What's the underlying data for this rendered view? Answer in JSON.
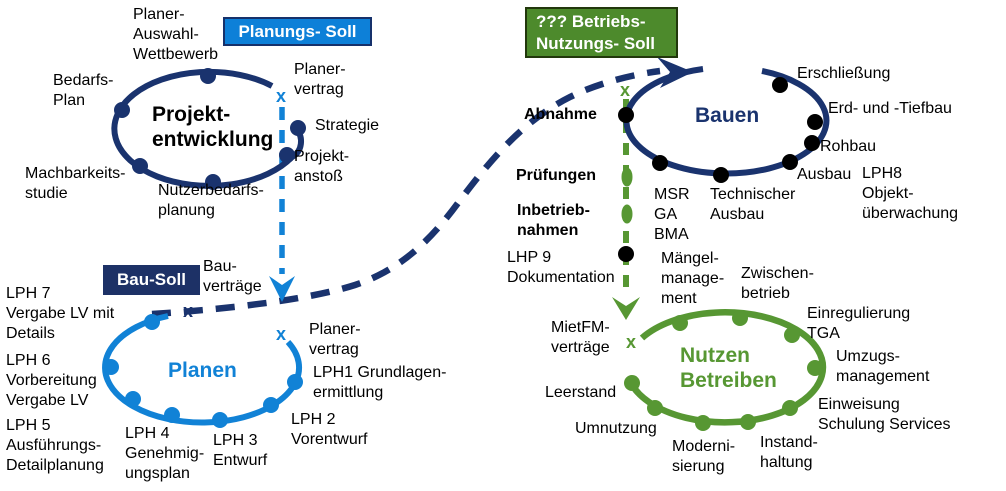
{
  "colors": {
    "navy": "#1a336e",
    "light_blue": "#1182d6",
    "green": "#579733",
    "box_blue_fill": "#0d80d8",
    "box_green_fill": "#4d8a2c",
    "box_navy_fill": "#1d3166",
    "dot_black": "#000000",
    "text": "#000000"
  },
  "boxes": {
    "planungs_soll": "Planungs- Soll",
    "betriebs_nutzungs_soll": "??? Betriebs-\nNutzungs- Soll",
    "bau_soll": "Bau-Soll"
  },
  "markers": {
    "x": "x"
  },
  "cycle_projektentwicklung": {
    "title": "Projekt-\nentwicklung",
    "planer_auswahl_wettbewerb": "Planer-\nAuswahl-\nWettbewerb",
    "bedarfs_plan": "Bedarfs-\nPlan",
    "machbarkeitsstudie": "Machbarkeits-\nstudie",
    "nutzerbedarfsplanung": "Nutzerbedarfs-\nplanung",
    "planer_vertrag": "Planer-\nvertrag",
    "strategie": "Strategie",
    "projekt_anstoss": "Projekt-\nanstoß"
  },
  "cycle_planen": {
    "title": "Planen",
    "lph7": "LPH 7\nVergabe LV mit\nDetails",
    "lph6": "LPH 6\nVorbereitung\nVergabe LV",
    "lph5": "LPH 5\nAusführungs-\nDetailplanung",
    "lph4": "LPH 4\nGenehmig-\nungsplan",
    "lph3": "LPH 3\nEntwurf",
    "lph2": "LPH 2\nVorentwurf",
    "lph1": "LPH1 Grundlagen-\nermittlung",
    "planer_vertrag": "Planer-\nvertrag",
    "bau_vertraege": "Bau-\nverträge"
  },
  "cycle_bauen": {
    "title": "Bauen",
    "erschliessung": "Erschließung",
    "erd_und_tiefbau": "Erd- und -Tiefbau",
    "rohbau": "Rohbau",
    "ausbau": "Ausbau",
    "lph8_objektueberwachung": "LPH8\nObjekt-\nüberwachung",
    "technischer_ausbau": "Technischer\nAusbau",
    "msr_ga_bma": "MSR\nGA\nBMA"
  },
  "uebergabe": {
    "abnahme": "Abnahme",
    "pruefungen": "Prüfungen",
    "inbetriebnahmen": "Inbetrieb-\nnahmen",
    "lhp9_dokumentation": "LHP 9\nDokumentation",
    "maengelmanagement": "Mängel-\nmanage-\nment"
  },
  "cycle_nutzen": {
    "title": "Nutzen\nBetreiben",
    "mietfm_vertraege": "MietFM-\nverträge",
    "leerstand": "Leerstand",
    "umnutzung": "Umnutzung",
    "modernisierung": "Moderni-\nsierung",
    "instandhaltung": "Instand-\nhaltung",
    "einweisung_schulung": "Einweisung\nSchulung Services",
    "umzugsmanagement": "Umzugs-\nmanagement",
    "einregulierung_tga": "Einregulierung\nTGA",
    "zwischenbetrieb": "Zwischen-\nbetrieb"
  }
}
